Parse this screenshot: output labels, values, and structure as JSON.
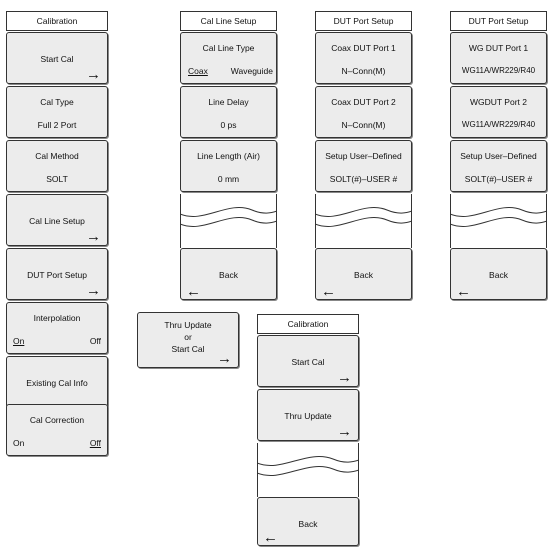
{
  "calibration_menu": {
    "title": "Calibration",
    "start_cal": "Start Cal",
    "cal_type_label": "Cal Type",
    "cal_type_value": "Full 2 Port",
    "cal_method_label": "Cal Method",
    "cal_method_value": "SOLT",
    "cal_line_setup": "Cal Line Setup",
    "dut_port_setup": "DUT Port Setup",
    "interpolation_label": "Interpolation",
    "interpolation_on": "On",
    "interpolation_off": "Off",
    "existing_cal_info": "Existing Cal Info",
    "cal_correction_label": "Cal Correction",
    "cal_correction_on": "On",
    "cal_correction_off": "Off"
  },
  "cal_line_menu": {
    "title": "Cal Line Setup",
    "cal_line_type_label": "Cal Line Type",
    "option_coax": "Coax",
    "option_waveguide": "Waveguide",
    "line_delay_label": "Line Delay",
    "line_delay_value": "0 ps",
    "line_length_label": "Line Length (Air)",
    "line_length_value": "0 mm",
    "back": "Back"
  },
  "dut_coax_menu": {
    "title": "DUT Port Setup",
    "port1_label": "Coax DUT Port 1",
    "port1_value": "N–Conn(M)",
    "port2_label": "Coax DUT Port 2",
    "port2_value": "N–Conn(M)",
    "setup_label": "Setup User–Defined",
    "setup_value": "SOLT(#)–USER #",
    "back": "Back"
  },
  "dut_wg_menu": {
    "title": "DUT Port Setup",
    "port1_label": "WG DUT Port 1",
    "port1_value": "WG11A/WR229/R40",
    "port2_label": "WGDUT Port 2",
    "port2_value": "WG11A/WR229/R40",
    "setup_label": "Setup User–Defined",
    "setup_value": "SOLT(#)–USER #",
    "back": "Back"
  },
  "thru_update_key": {
    "line1": "Thru Update",
    "line2": "or",
    "line3": "Start Cal"
  },
  "calibration_sub_menu": {
    "title": "Calibration",
    "start_cal": "Start Cal",
    "thru_update": "Thru Update",
    "back": "Back"
  },
  "icons": {
    "arrow_right": "→",
    "arrow_left": "←"
  }
}
